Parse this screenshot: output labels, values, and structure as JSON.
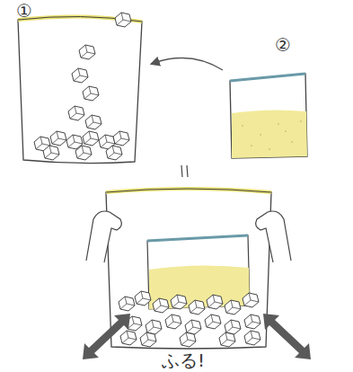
{
  "diagram": {
    "labels": [
      "①",
      "②",
      "ふる!"
    ]
  }
}
